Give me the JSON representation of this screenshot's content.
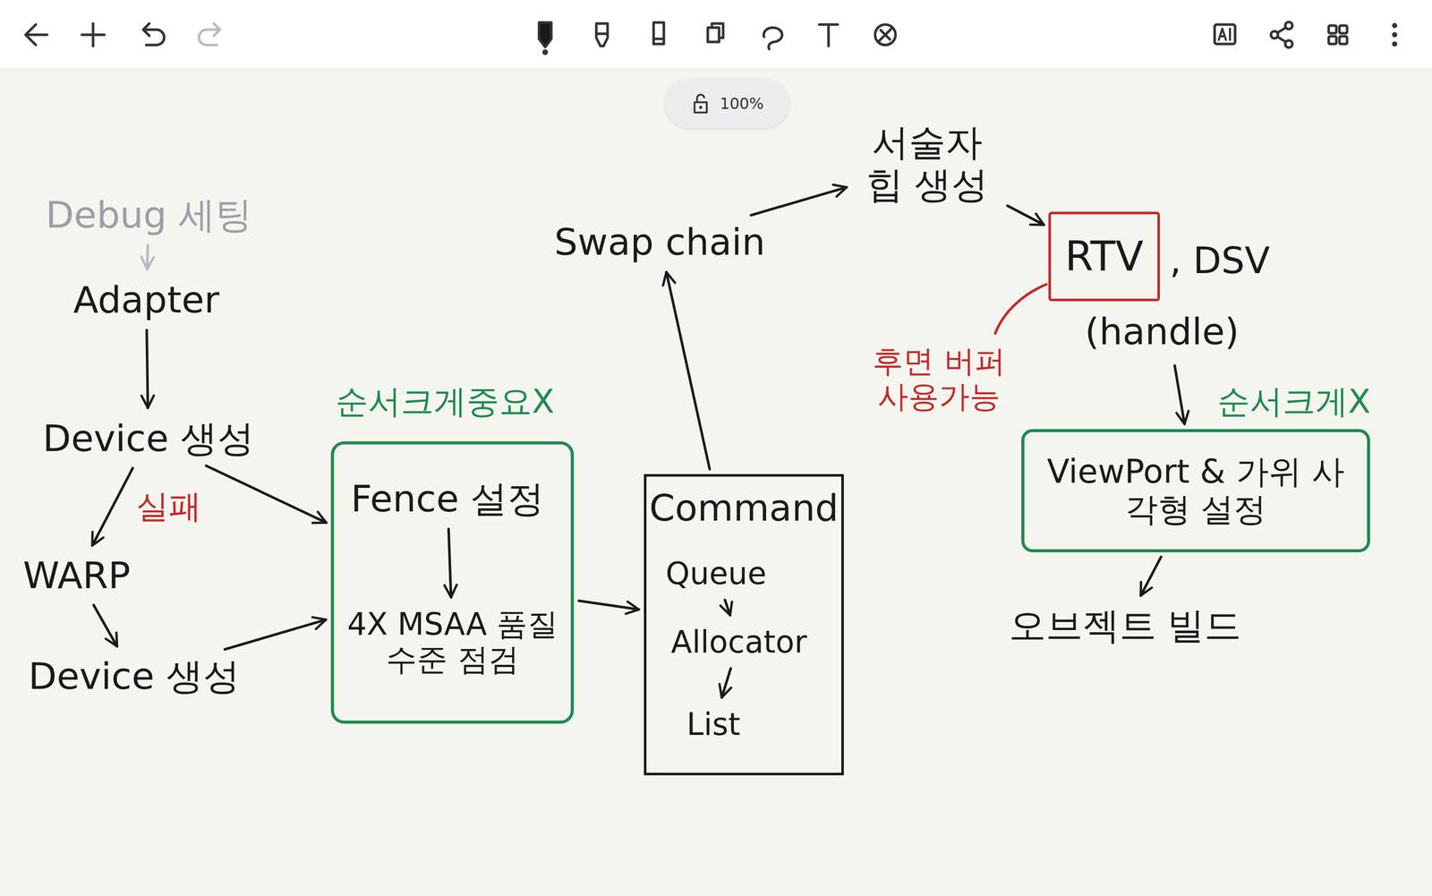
{
  "diagram": {
    "nodes": [
      {
        "text": [
          "Debug 세팅"
        ]
      },
      {
        "text": [
          "Adapter"
        ]
      },
      {
        "text": [
          "Device 생성"
        ]
      },
      {
        "text": [
          "WARP"
        ]
      },
      {
        "text": [
          "Device 생성"
        ]
      },
      {
        "text": [
          "순서크게중요X"
        ]
      },
      {
        "text": [
          "Fence 설정"
        ],
        "in": 5
      },
      {
        "text": [
          "4X MSAA 품질 수준 점검"
        ],
        "in": 5
      },
      {
        "text": [
          "Command"
        ]
      },
      {
        "text": [
          "Queue"
        ],
        "in": 8
      },
      {
        "text": [
          "Allocator"
        ],
        "in": 8
      },
      {
        "text": [
          "List"
        ],
        "in": 8
      },
      {
        "text": [
          "Swap chain"
        ]
      },
      {
        "text": [
          "서술자 힙 생성"
        ]
      },
      {
        "text": [
          ", DSV",
          "(handle)"
        ]
      },
      {
        "text": [
          "RTV"
        ],
        "in": 14
      },
      {
        "text": [
          "순서크게X",
          "ViewPort & 가위 사각형 설정"
        ]
      },
      {
        "text": [
          "오브젝트 빌드"
        ]
      }
    ],
    "edges": [
      {
        "from": 0,
        "to": 1,
        "arrow": "to"
      },
      {
        "from": 1,
        "to": 2,
        "arrow": "to"
      },
      {
        "from": 2,
        "to": 3,
        "label": "실패",
        "arrow": "to"
      },
      {
        "from": 3,
        "to": 4,
        "arrow": "to"
      },
      {
        "from": 2,
        "to": 5,
        "arrow": "to"
      },
      {
        "from": 4,
        "to": 5,
        "arrow": "to"
      },
      {
        "from": 6,
        "to": 7,
        "arrow": "to"
      },
      {
        "from": 5,
        "to": 8,
        "arrow": "to"
      },
      {
        "from": 9,
        "to": 10,
        "arrow": "to"
      },
      {
        "from": 10,
        "to": 11,
        "arrow": "to"
      },
      {
        "from": 8,
        "to": 12,
        "arrow": "to"
      },
      {
        "from": 12,
        "to": 13,
        "arrow": "to"
      },
      {
        "from": 13,
        "to": 15,
        "arrow": "to"
      },
      {
        "from": 14,
        "to": 16,
        "arrow": "to"
      },
      {
        "from": 16,
        "to": 17,
        "arrow": "to"
      }
    ],
    "labels": [
      "100%",
      "후면 버퍼 사용가능"
    ]
  }
}
